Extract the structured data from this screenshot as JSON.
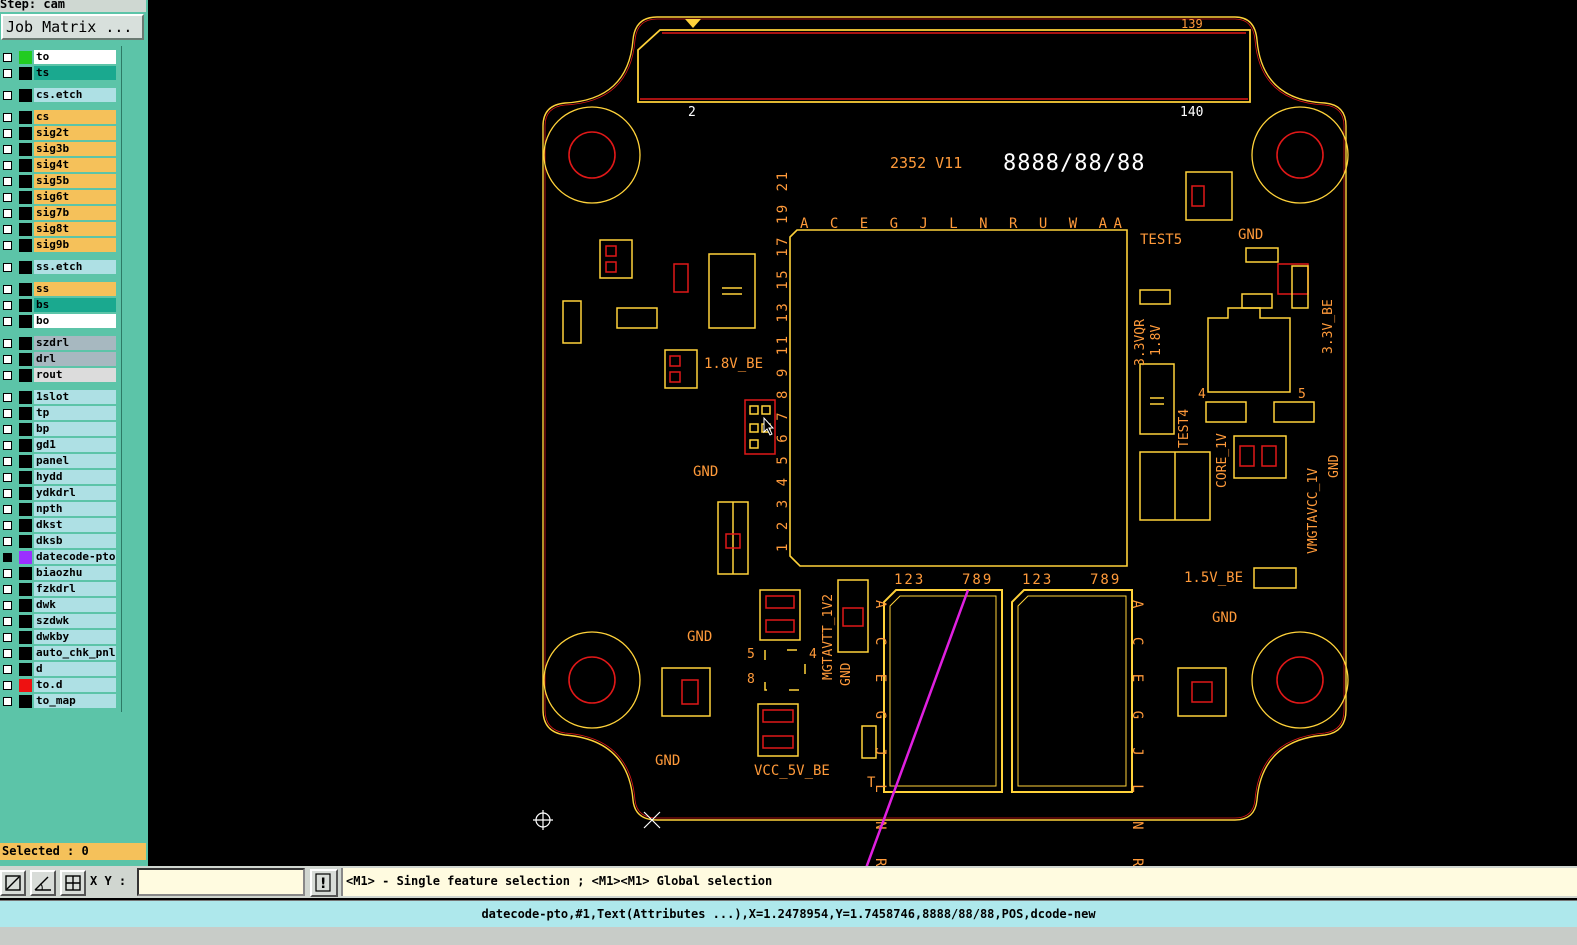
{
  "step_label": "Step: cam",
  "job_matrix_label": "Job Matrix ...",
  "layers": [
    {
      "name": "to",
      "row_color": "#ffffff",
      "swatch": "#22cc22",
      "checked": false
    },
    {
      "name": "ts",
      "row_color": "#1aa98f",
      "swatch": "#000000",
      "checked": false
    },
    {
      "name": "cs.etch",
      "row_color": "#aee0e4",
      "swatch": "#000000",
      "checked": false
    },
    {
      "name": "cs",
      "row_color": "#f5c15a",
      "swatch": "#000000",
      "checked": false
    },
    {
      "name": "sig2t",
      "row_color": "#f5c15a",
      "swatch": "#000000",
      "checked": false
    },
    {
      "name": "sig3b",
      "row_color": "#f5c15a",
      "swatch": "#000000",
      "checked": false
    },
    {
      "name": "sig4t",
      "row_color": "#f5c15a",
      "swatch": "#000000",
      "checked": false
    },
    {
      "name": "sig5b",
      "row_color": "#f5c15a",
      "swatch": "#000000",
      "checked": false
    },
    {
      "name": "sig6t",
      "row_color": "#f5c15a",
      "swatch": "#000000",
      "checked": false
    },
    {
      "name": "sig7b",
      "row_color": "#f5c15a",
      "swatch": "#000000",
      "checked": false
    },
    {
      "name": "sig8t",
      "row_color": "#f5c15a",
      "swatch": "#000000",
      "checked": false
    },
    {
      "name": "sig9b",
      "row_color": "#f5c15a",
      "swatch": "#000000",
      "checked": false
    },
    {
      "name": "ss.etch",
      "row_color": "#aee0e4",
      "swatch": "#000000",
      "checked": false
    },
    {
      "name": "ss",
      "row_color": "#f5c15a",
      "swatch": "#000000",
      "checked": false
    },
    {
      "name": "bs",
      "row_color": "#1aa98f",
      "swatch": "#000000",
      "checked": false
    },
    {
      "name": "bo",
      "row_color": "#ffffff",
      "swatch": "#000000",
      "checked": false
    },
    {
      "name": "szdrl",
      "row_color": "#a7b8c0",
      "swatch": "#000000",
      "checked": false
    },
    {
      "name": "drl",
      "row_color": "#a7b8c0",
      "swatch": "#000000",
      "checked": false
    },
    {
      "name": "rout",
      "row_color": "#dcdcdc",
      "swatch": "#000000",
      "checked": false
    },
    {
      "name": "1slot",
      "row_color": "#aee0e4",
      "swatch": "#000000",
      "checked": false
    },
    {
      "name": "tp",
      "row_color": "#aee0e4",
      "swatch": "#000000",
      "checked": false
    },
    {
      "name": "bp",
      "row_color": "#aee0e4",
      "swatch": "#000000",
      "checked": false
    },
    {
      "name": "gd1",
      "row_color": "#aee0e4",
      "swatch": "#000000",
      "checked": false
    },
    {
      "name": "panel",
      "row_color": "#aee0e4",
      "swatch": "#000000",
      "checked": false
    },
    {
      "name": "hydd",
      "row_color": "#aee0e4",
      "swatch": "#000000",
      "checked": false
    },
    {
      "name": "ydkdrl",
      "row_color": "#aee0e4",
      "swatch": "#000000",
      "checked": false
    },
    {
      "name": "npth",
      "row_color": "#aee0e4",
      "swatch": "#000000",
      "checked": false
    },
    {
      "name": "dkst",
      "row_color": "#aee0e4",
      "swatch": "#000000",
      "checked": false
    },
    {
      "name": "dksb",
      "row_color": "#aee0e4",
      "swatch": "#000000",
      "checked": false
    },
    {
      "name": "datecode-pto",
      "row_color": "#aee0e4",
      "swatch": "#9b30ff",
      "checked": true
    },
    {
      "name": "biaozhu",
      "row_color": "#aee0e4",
      "swatch": "#000000",
      "checked": false
    },
    {
      "name": "fzkdrl",
      "row_color": "#aee0e4",
      "swatch": "#000000",
      "checked": false
    },
    {
      "name": "dwk",
      "row_color": "#aee0e4",
      "swatch": "#000000",
      "checked": false
    },
    {
      "name": "szdwk",
      "row_color": "#aee0e4",
      "swatch": "#000000",
      "checked": false
    },
    {
      "name": "dwkby",
      "row_color": "#aee0e4",
      "swatch": "#000000",
      "checked": false
    },
    {
      "name": "auto_chk_pnl",
      "row_color": "#aee0e4",
      "swatch": "#000000",
      "checked": false
    },
    {
      "name": "d",
      "row_color": "#aee0e4",
      "swatch": "#000000",
      "checked": false
    },
    {
      "name": "to.d",
      "row_color": "#aee0e4",
      "swatch": "#ee1111",
      "checked": false
    },
    {
      "name": "to_map",
      "row_color": "#aee0e4",
      "swatch": "#000000",
      "checked": false
    }
  ],
  "selected_label": "Selected : 0",
  "xy_label": "X Y :",
  "xy_value": "",
  "warn_label": "!",
  "hint_text": "<M1> - Single feature selection ; <M1><M1> Global selection",
  "status_text": "datecode-pto,#1,Text(Attributes ...),X=1.2478954,Y=1.7458746,8888/88/88,POS,dcode-new",
  "board": {
    "connector_pin_first": "2",
    "connector_pin_top_right": "139",
    "connector_pin_last": "140",
    "board_version": "2352 V11",
    "datecode": "8888/88/88",
    "bga_rows": "A C E G J L N R U W AA",
    "bga_cols": "1 2 3 4 5 6 7 8 9 11 13 15 17 19 21",
    "labels": {
      "test5": "TEST5",
      "test4": "TEST4",
      "gnd": "GND",
      "v18_be": "1.8V_BE",
      "v15_be": "1.5V_BE",
      "v33_be": "3.3V_BE",
      "v33vqr": "3.3VQR",
      "v18": "1.8V",
      "core_1v": "CORE_1V",
      "vmgtavcc": "VMGTAVCC_1V",
      "mgtavtt": "MGTAVTT_1V2",
      "vcc5v_be": "VCC_5V_BE",
      "pin_4": "4",
      "pin_5": "5",
      "pin_8": "8",
      "mem_cols_a": "123",
      "mem_cols_b": "789",
      "mem_rows": "A C E G J L N R",
      "mem_row_t": "T"
    }
  },
  "colors": {
    "outline": "#ffd23a",
    "pad_red": "#ff2a2a",
    "hole_red": "#e01818",
    "arrow": "#e020e0",
    "text_orange": "#ff9a3a",
    "text_white": "#ffffff"
  }
}
